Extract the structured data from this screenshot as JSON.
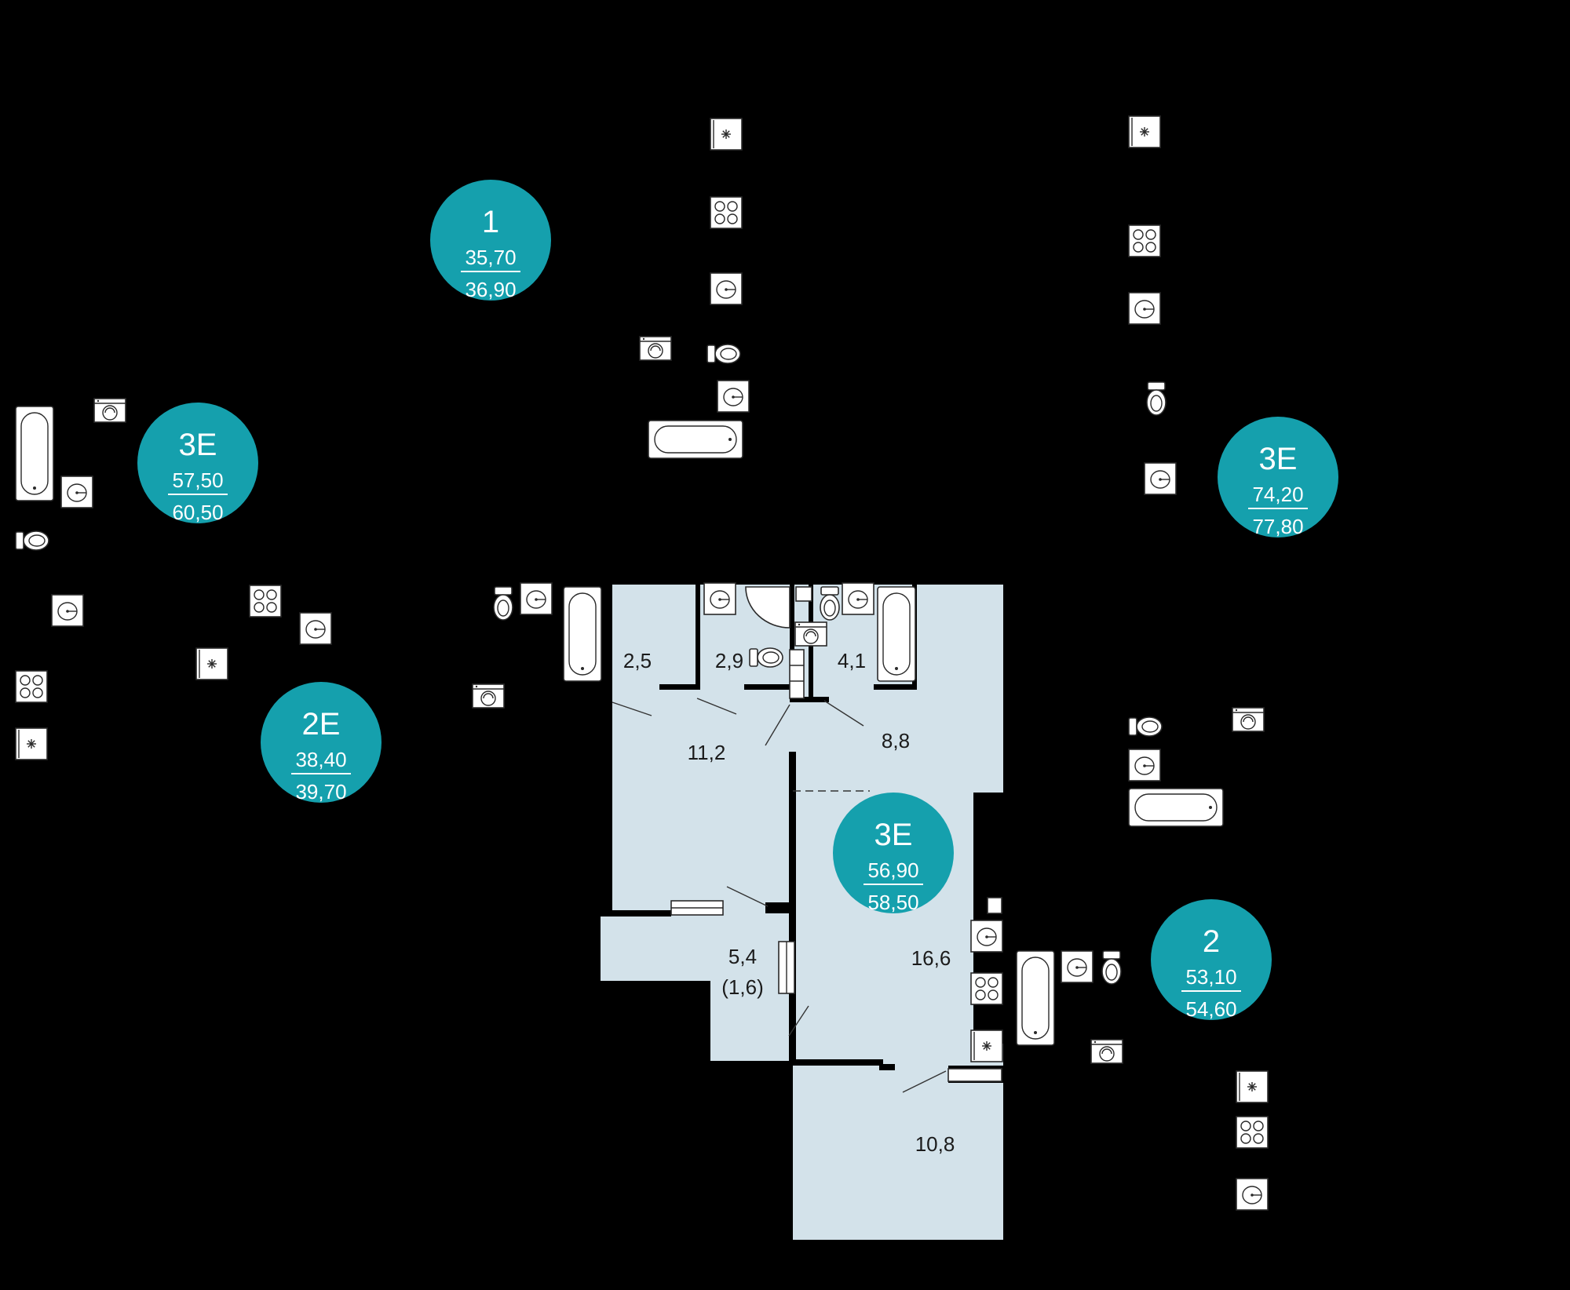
{
  "colors": {
    "background": "#000000",
    "apartment_fill": "#d3e2ea",
    "badge": "#15a0ad",
    "text": "#1b1b1b",
    "badge_text": "#ffffff"
  },
  "apartments": [
    {
      "type": "1",
      "living": "35,70",
      "total": "36,90"
    },
    {
      "type": "3E",
      "living": "57,50",
      "total": "60,50"
    },
    {
      "type": "2E",
      "living": "38,40",
      "total": "39,70"
    },
    {
      "type": "3E",
      "living": "74,20",
      "total": "77,80"
    },
    {
      "type": "3E",
      "living": "56,90",
      "total": "58,50"
    },
    {
      "type": "2",
      "living": "53,10",
      "total": "54,60"
    }
  ],
  "rooms": [
    {
      "label": "2,5"
    },
    {
      "label": "2,9"
    },
    {
      "label": "4,1"
    },
    {
      "label": "11,2"
    },
    {
      "label": "8,8"
    },
    {
      "label": "5,4"
    },
    {
      "label": "(1,6)"
    },
    {
      "label": "16,6"
    },
    {
      "label": "10,8"
    }
  ],
  "icons": [
    "sink-icon",
    "stove-icon",
    "bathtub-icon",
    "toilet-icon",
    "washing-machine-icon",
    "fridge-icon"
  ]
}
